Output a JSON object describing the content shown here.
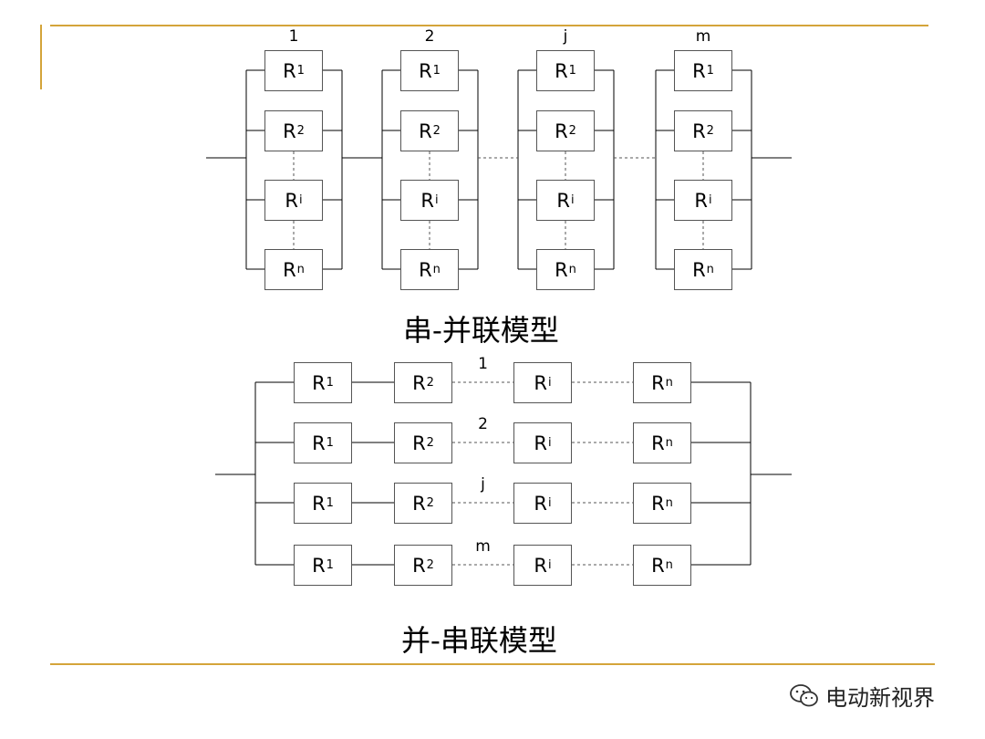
{
  "theme": {
    "rule_color": "#d4a43a",
    "line_color": "#000000",
    "box_border": "#555555"
  },
  "series_parallel": {
    "column_labels": [
      "1",
      "2",
      "j",
      "m"
    ],
    "rows": [
      {
        "base": "R",
        "sub": "1"
      },
      {
        "base": "R",
        "sub": "2"
      },
      {
        "base": "R",
        "sub": "i"
      },
      {
        "base": "R",
        "sub": "n"
      }
    ],
    "caption": "串-并联模型"
  },
  "parallel_series": {
    "row_labels": [
      "1",
      "2",
      "j",
      "m"
    ],
    "columns": [
      {
        "base": "R",
        "sub": "1"
      },
      {
        "base": "R",
        "sub": "2"
      },
      {
        "base": "R",
        "sub": "i"
      },
      {
        "base": "R",
        "sub": "n"
      }
    ],
    "caption": "并-串联模型"
  },
  "watermark": {
    "text": "电动新视界",
    "icon": "wechat-icon"
  }
}
